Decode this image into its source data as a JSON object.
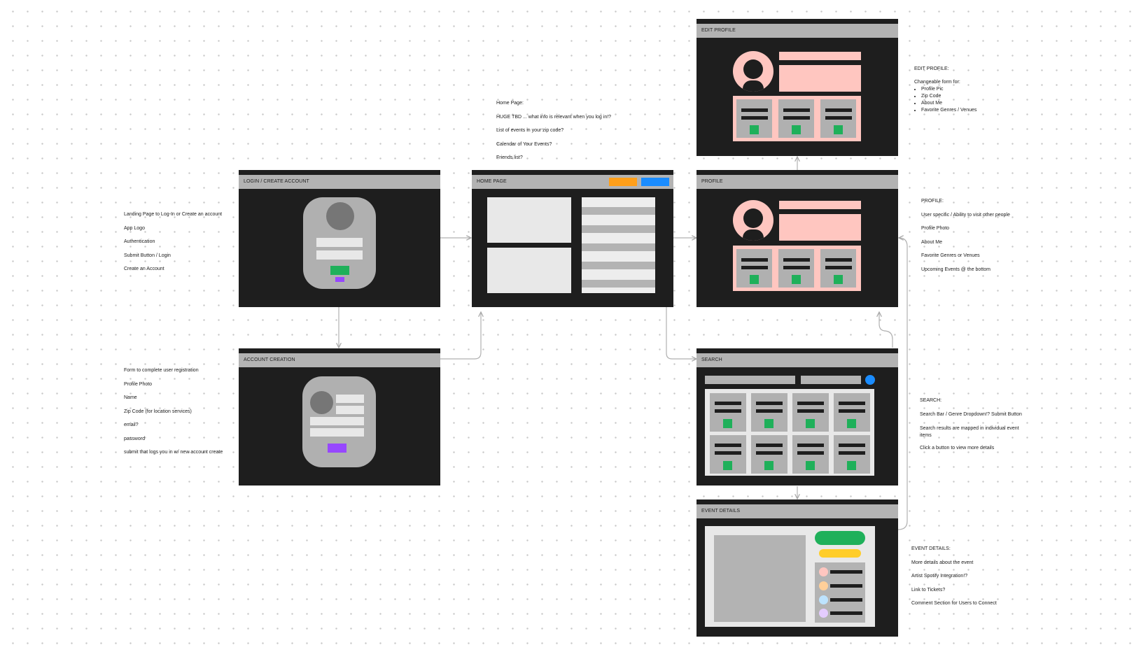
{
  "frames": {
    "login": {
      "title": "LOGIN / CREATE ACCOUNT"
    },
    "account": {
      "title": "ACCOUNT CREATION"
    },
    "home": {
      "title": "HOME PAGE"
    },
    "profile": {
      "title": "PROFILE"
    },
    "edit_profile": {
      "title": "EDIT PROFILE"
    },
    "search": {
      "title": "SEARCH"
    },
    "event": {
      "title": "EVENT DETAILS"
    }
  },
  "notes": {
    "login": [
      "Landing Page to Log-In or Create an account",
      "App Logo",
      "Authentication",
      "Submit Button / Login",
      "Create an Account"
    ],
    "account": [
      "Form to complete user registration",
      "Profile Photo",
      "Name",
      "Zip Code (for location services)",
      "email?",
      "password",
      "submit that logs you in w/ new account create"
    ],
    "home": [
      "Home Page:",
      "HUGE TBD ... what info is relevant when you log in!?",
      "List of events in your zip code?",
      "Calendar of Your Events?",
      "Friends list?"
    ],
    "edit_profile": {
      "title": "EDIT PROFILE:",
      "subtitle": "Changeable form for:",
      "items": [
        "Profile Pic",
        "Zip Code",
        "About Me",
        "Favorite Genres / Venues"
      ]
    },
    "profile": [
      "PROFILE:",
      "User specific / Ability to visit other people",
      "Profile Photo",
      "About Me",
      "Favorite Genres or Venues",
      "Upcoming Events @ the bottom"
    ],
    "search": [
      "SEARCH:",
      "Search Bar / Genre Dropdown!? Submit Button",
      "Search results are mapped in individual event items",
      "Click a button to view more details"
    ],
    "event": [
      "EVENT DETAILS:",
      "More details about the event",
      "Artist Spotify Integration!?",
      "Link to Tickets?",
      "Comment Section for Users to Connect"
    ]
  },
  "colors": {
    "frame_bg": "#1e1e1e",
    "title_bar": "#b3b3b3",
    "pink": "#ffc6c0",
    "green": "#1fb05a",
    "purple": "#9747ff",
    "orange": "#ff9f1a",
    "blue": "#1a8cff",
    "yellow": "#ffcd29"
  }
}
